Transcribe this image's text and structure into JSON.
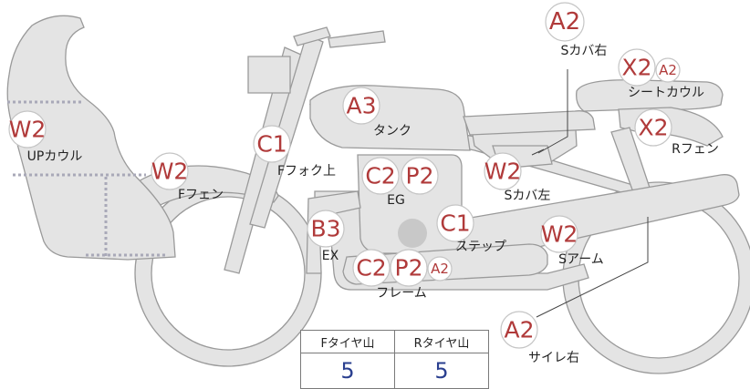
{
  "badges": {
    "s_cover_right": "A2",
    "seat_cowl_main": "X2",
    "seat_cowl_minor": "A2",
    "r_fender": "X2",
    "tank": "A3",
    "f_fork_upper": "C1",
    "up_cowl": "W2",
    "f_fender": "W2",
    "engine_1": "C2",
    "engine_2": "P2",
    "s_cover_left": "W2",
    "exhaust": "B3",
    "step": "C1",
    "frame_1": "C2",
    "frame_2": "P2",
    "frame_3": "A2",
    "swing_arm": "W2",
    "silencer_right": "A2"
  },
  "labels": {
    "s_cover_right": "Sカバ右",
    "seat_cowl": "シートカウル",
    "r_fender": "Rフェン",
    "tank": "タンク",
    "f_fork_upper": "Fフォク上",
    "up_cowl": "UPカウル",
    "f_fender": "Fフェン",
    "engine": "EG",
    "s_cover_left": "Sカバ左",
    "exhaust": "EX",
    "step": "ステップ",
    "frame": "フレーム",
    "swing_arm": "Sアーム",
    "silencer_right": "サイレ右"
  },
  "tread_table": {
    "front_header": "Fタイヤ山",
    "rear_header": "Rタイヤ山",
    "front_value": "5",
    "rear_value": "5"
  },
  "colors": {
    "badge_text": "#b03a3a",
    "table_value": "#2a3f8f",
    "silhouette": "#e4e4e4"
  }
}
